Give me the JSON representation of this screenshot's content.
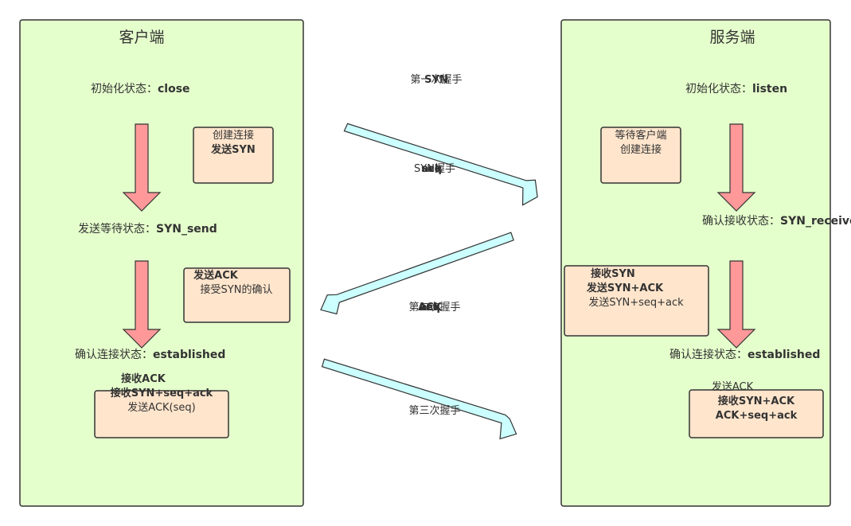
{
  "client": {
    "title": "客户端",
    "state_close": {
      "label": "初始化状态：",
      "value": "close"
    },
    "state_send": {
      "label": "发送等待状态：",
      "value": "SYN_send"
    },
    "state_established": {
      "label": "确认连接状态：",
      "value": "established"
    },
    "note_create_syn": [
      "创建连接",
      "发送SYN"
    ],
    "note_send_ack": [
      "发送ACK",
      "接受SYN的确认"
    ],
    "note_recv": [
      "接收ACK",
      "接收SYN+seq+ack",
      "发送ACK(seq)"
    ]
  },
  "server": {
    "title": "服务端",
    "state_listen": {
      "label": "初始化状态：",
      "value": "listen"
    },
    "state_receive": {
      "label": "确认接收状态：",
      "value": "SYN_receive"
    },
    "state_established": {
      "label": "确认连接状态：",
      "value": "established"
    },
    "note_wait": [
      "等待客户端",
      "创建连接"
    ],
    "note_recv_syn": [
      "接收SYN",
      "发送SYN+ACK",
      "发送SYN+seq+ack"
    ],
    "note_send_ack": [
      "发送ACK",
      "接收SYN+ACK",
      "ACK+seq+ack"
    ]
  },
  "flows": {
    "first_handshake": [
      "第一次握手",
      "SYN"
    ],
    "first_seq": [
      "seq",
      "ack",
      "SYN握手"
    ],
    "second_handshake": [
      "第二次握手",
      "ACK",
      "seq",
      "ack"
    ],
    "third_handshake": [
      "第三次握手"
    ]
  }
}
